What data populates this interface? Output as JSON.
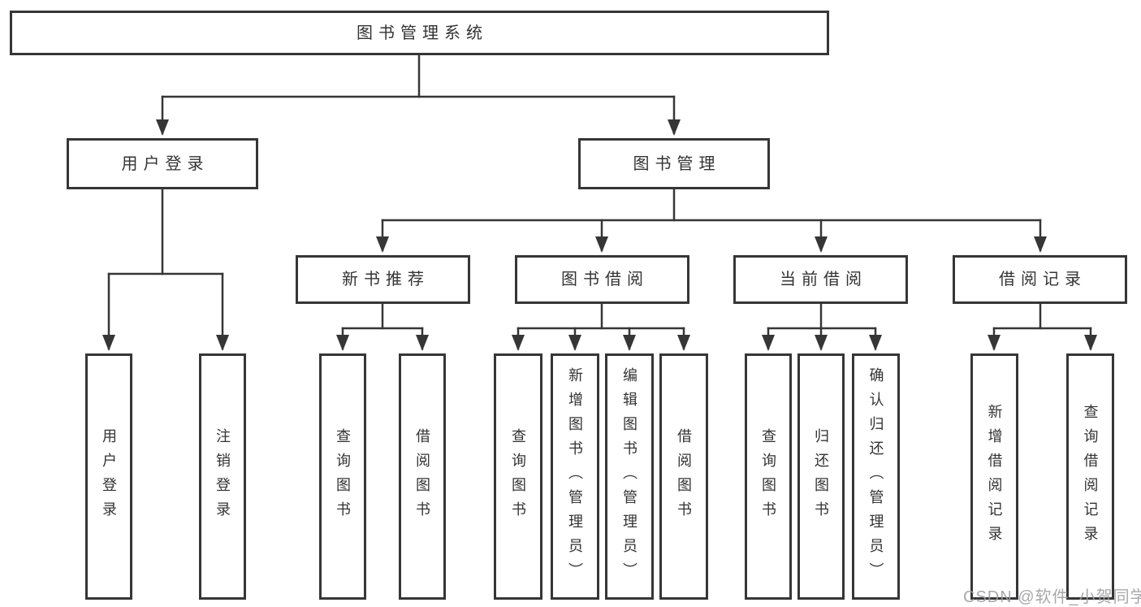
{
  "diagram": {
    "root": {
      "label": "图书管理系统"
    },
    "level2": [
      {
        "label": "用户登录"
      },
      {
        "label": "图书管理"
      }
    ],
    "level3": [
      {
        "label": "新书推荐"
      },
      {
        "label": "图书借阅"
      },
      {
        "label": "当前借阅"
      },
      {
        "label": "借阅记录"
      }
    ],
    "leaves": {
      "user_login": [
        {
          "label": "用户登录"
        },
        {
          "label": "注销登录"
        }
      ],
      "new_book_recommend": [
        {
          "label": "查询图书"
        },
        {
          "label": "借阅图书"
        }
      ],
      "book_borrowing": [
        {
          "label": "查询图书"
        },
        {
          "label": "新增图书（管理员）"
        },
        {
          "label": "编辑图书（管理员）"
        },
        {
          "label": "借阅图书"
        }
      ],
      "current_borrowing": [
        {
          "label": "查询图书"
        },
        {
          "label": "归还图书"
        },
        {
          "label": "确认归还（管理员）"
        }
      ],
      "borrowing_records": [
        {
          "label": "新增借阅记录"
        },
        {
          "label": "查询借阅记录"
        }
      ]
    }
  },
  "watermark": {
    "text": "CSDN @软件_小贺同学"
  },
  "colors": {
    "line": "#363636",
    "box_border": "#363636",
    "text": "#333333",
    "background": "#ffffff",
    "watermark": "#9e9ea4"
  }
}
